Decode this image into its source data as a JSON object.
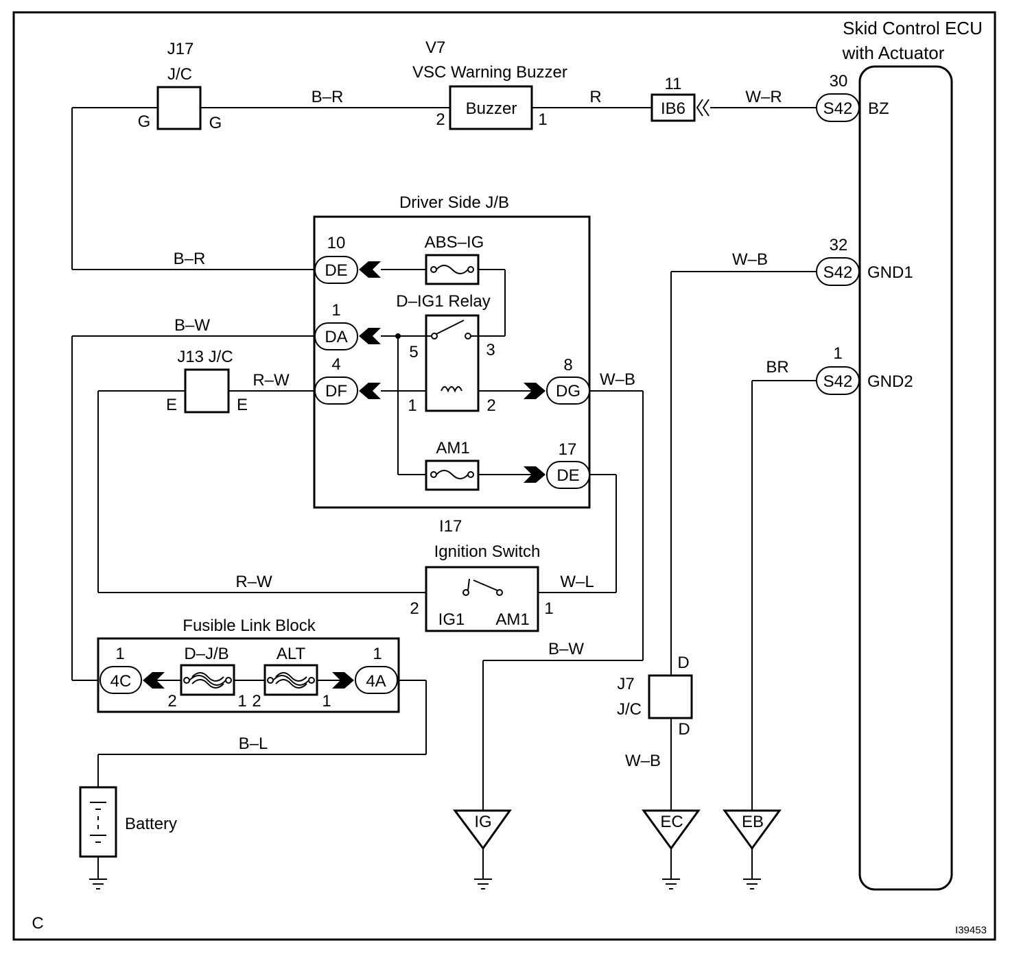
{
  "page_code": "C",
  "figure_id": "I39453",
  "ecu": {
    "title_line1": "Skid Control ECU",
    "title_line2": "with Actuator"
  },
  "ecu_pins": [
    {
      "pin": "30",
      "connector": "S42",
      "terminal": "BZ",
      "wire": "W–R"
    },
    {
      "pin": "32",
      "connector": "S42",
      "terminal": "GND1",
      "wire": "W–B"
    },
    {
      "pin": "1",
      "connector": "S42",
      "terminal": "GND2",
      "wire": "BR"
    }
  ],
  "buzzer": {
    "code": "V7",
    "name": "VSC Warning Buzzer",
    "label": "Buzzer",
    "pin_left": "2",
    "pin_right": "1",
    "wire_in": "B–R",
    "wire_out": "R"
  },
  "ib6": {
    "label": "IB6",
    "pin": "11"
  },
  "j17": {
    "code": "J17",
    "name": "J/C",
    "left": "G",
    "right": "G"
  },
  "jb": {
    "title": "Driver Side J/B",
    "fuse_absig": "ABS–IG",
    "relay": "D–IG1 Relay",
    "fuse_am1": "AM1",
    "relay_pin5": "5",
    "relay_pin3": "3",
    "relay_pin1": "1",
    "relay_pin2": "2",
    "connectors": [
      {
        "label": "DE",
        "pin": "10",
        "wire": "B–R"
      },
      {
        "label": "DA",
        "pin": "1",
        "wire": "B–W"
      },
      {
        "label": "DF",
        "pin": "4",
        "wire": "R–W"
      },
      {
        "label": "DG",
        "pin": "8",
        "wire": "W–B"
      },
      {
        "label": "DE",
        "pin": "17"
      }
    ]
  },
  "j13": {
    "name": "J13 J/C",
    "left": "E",
    "right": "E"
  },
  "ignition": {
    "code": "I17",
    "name": "Ignition Switch",
    "ig1": "IG1",
    "am1": "AM1",
    "pin_left": "2",
    "pin_right": "1",
    "wire_left": "R–W",
    "wire_right": "W–L"
  },
  "fusible": {
    "title": "Fusible Link Block",
    "fuse1": "D–J/B",
    "fuse2": "ALT",
    "conn_left": "4C",
    "conn_left_pin": "1",
    "conn_right": "4A",
    "conn_right_pin": "1",
    "f1_pin_left": "2",
    "f1_pin_right": "1",
    "f2_pin_left": "2",
    "f2_pin_right": "1"
  },
  "battery": {
    "label": "Battery",
    "wire": "B–L"
  },
  "j7": {
    "code": "J7",
    "name": "J/C",
    "top": "D",
    "bottom": "D",
    "wire": "W–B"
  },
  "grounds": {
    "ig": "IG",
    "ec": "EC",
    "eb": "EB",
    "ig_wire": "B–W"
  }
}
